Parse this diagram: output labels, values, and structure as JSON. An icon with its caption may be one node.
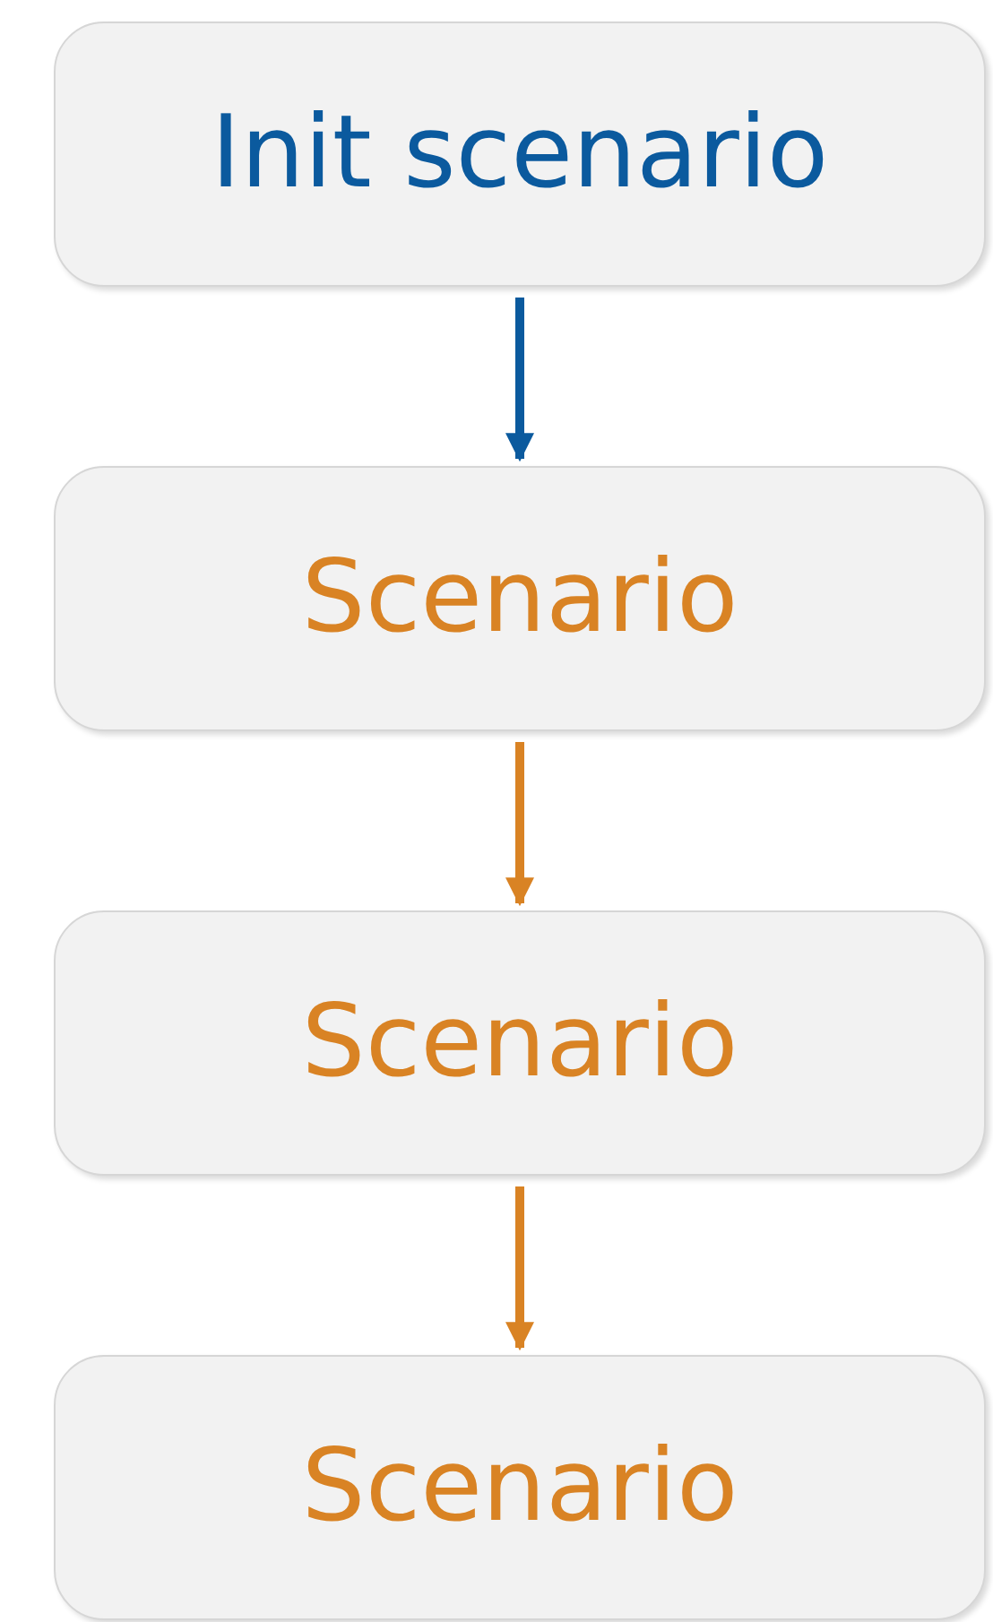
{
  "diagram": {
    "nodes": [
      {
        "text": [
          "Init scenario"
        ]
      },
      {
        "text": [
          "Scenario"
        ]
      },
      {
        "text": [
          "Scenario"
        ]
      },
      {
        "text": [
          "Scenario"
        ]
      }
    ],
    "edges": [
      {
        "from": 0,
        "to": 1,
        "arrow": "to",
        "color": "#0b5a9e"
      },
      {
        "from": 1,
        "to": 2,
        "arrow": "to"
      },
      {
        "from": 2,
        "to": 3,
        "arrow": "to"
      }
    ]
  }
}
